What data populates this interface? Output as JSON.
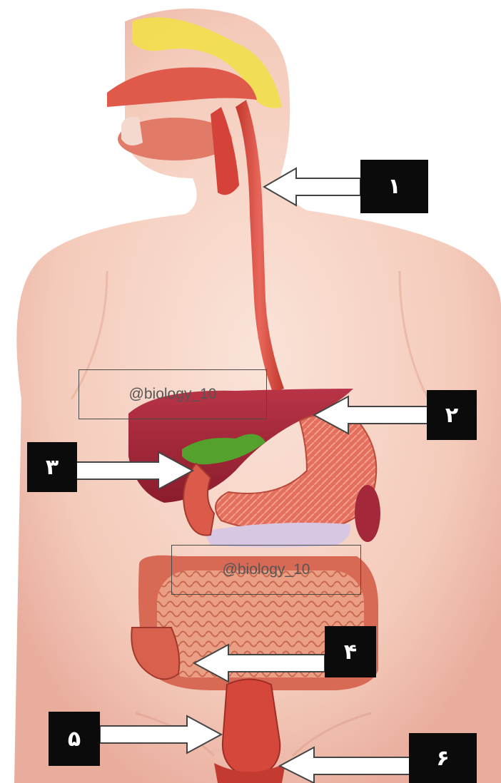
{
  "labels": [
    {
      "id": 1,
      "text": "۱",
      "organ": "esophagus"
    },
    {
      "id": 2,
      "text": "۲",
      "organ": "stomach"
    },
    {
      "id": 3,
      "text": "۳",
      "organ": "duodenum"
    },
    {
      "id": 4,
      "text": "۴",
      "organ": "small-intestine"
    },
    {
      "id": 5,
      "text": "۵",
      "organ": "rectum"
    },
    {
      "id": 6,
      "text": "۶",
      "organ": "anus"
    }
  ],
  "watermarks": [
    "@biology_10",
    "@biology_10"
  ],
  "colors": {
    "skin": "#f6d3c4",
    "skin_dark": "#e8a898",
    "tract": "#d94a3c",
    "liver": "#a8283a",
    "gall": "#4f9a2a",
    "salivary": "#f2e04a",
    "intestine": "#e59a7e",
    "label_bg": "#0b0b0b",
    "arrow_fill": "#ffffff",
    "arrow_stroke": "#444444"
  }
}
